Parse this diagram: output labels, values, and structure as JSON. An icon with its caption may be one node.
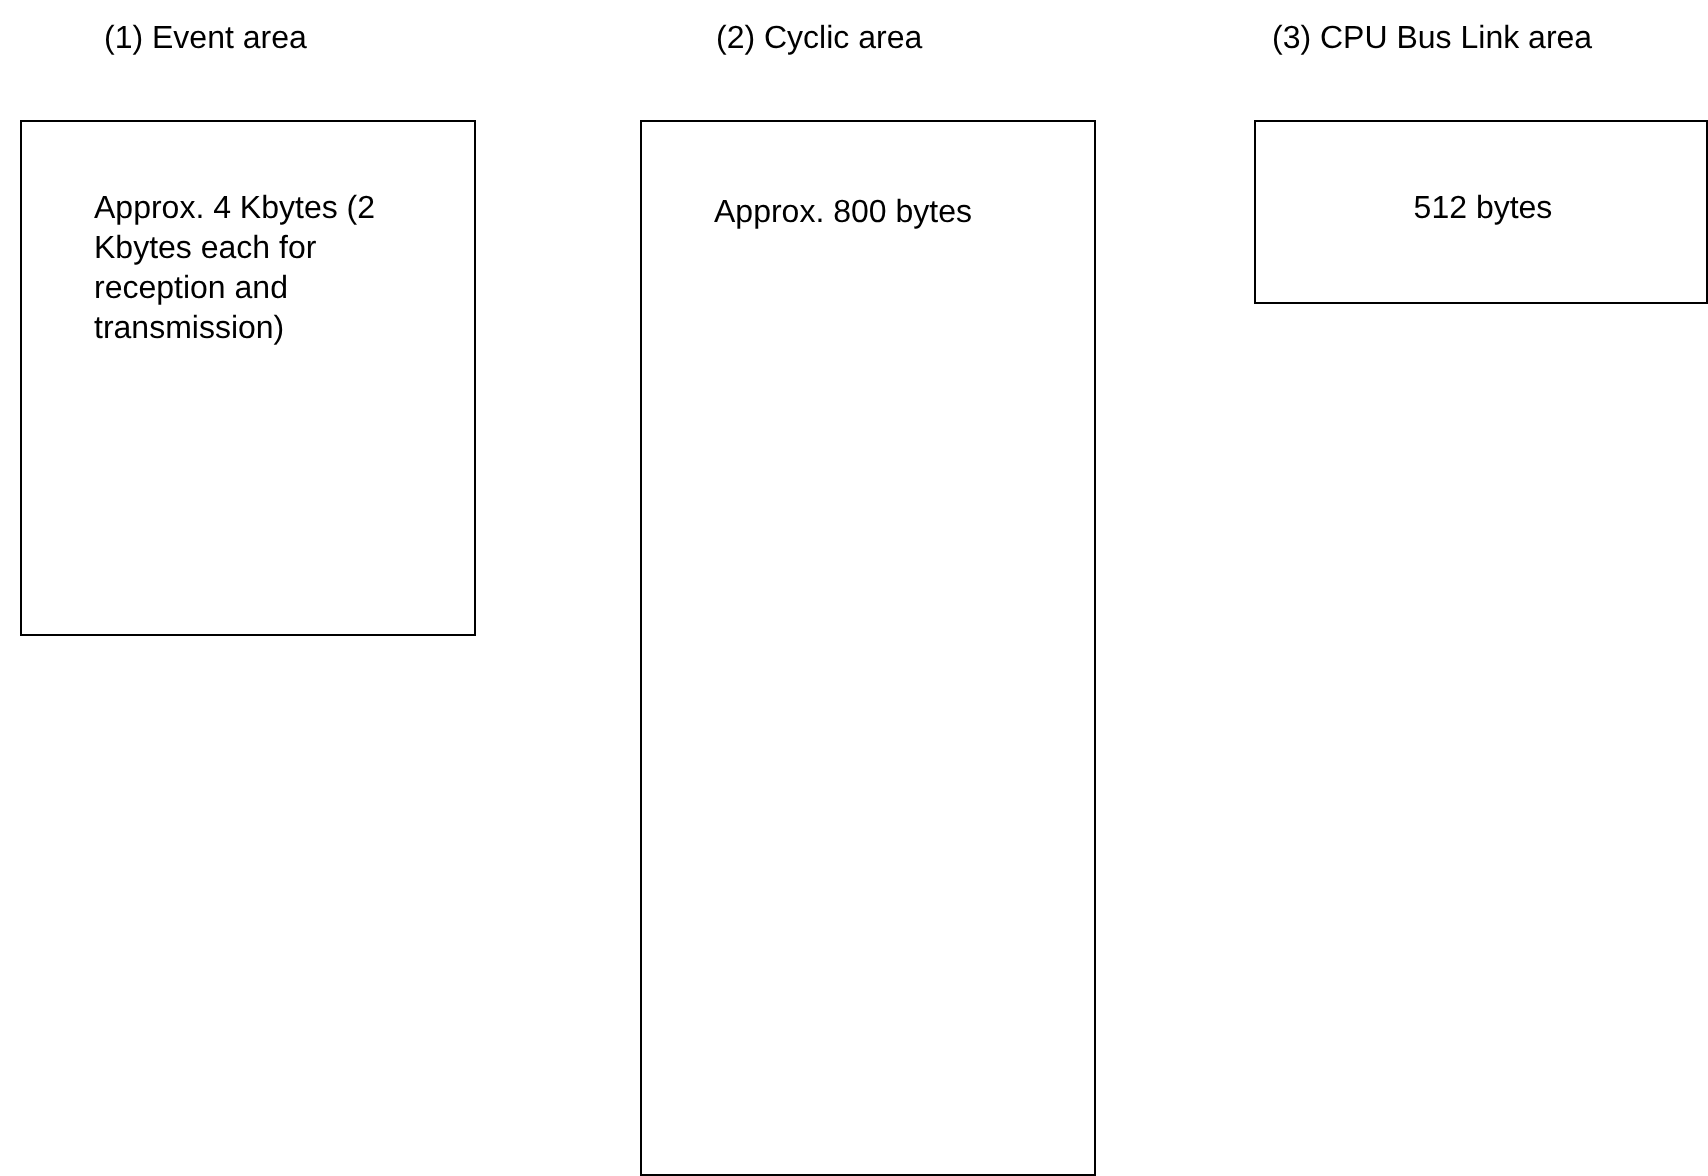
{
  "diagram": {
    "nodes": [
      {
        "text": [
          "(1) Event area",
          "Approx. 4 Kbytes (2 Kbytes each for reception and transmission)"
        ]
      },
      {
        "text": [
          "(2) Cyclic area",
          "Approx. 800 bytes"
        ]
      },
      {
        "text": [
          "(3) CPU Bus Link area",
          "512 bytes"
        ]
      }
    ]
  }
}
